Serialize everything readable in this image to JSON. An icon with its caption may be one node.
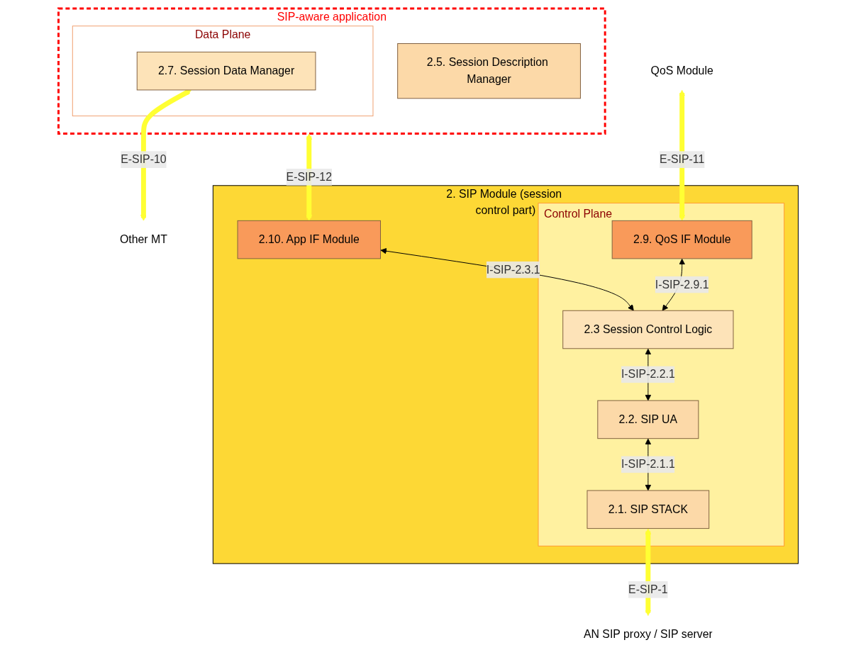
{
  "diagram": {
    "nodes": [
      {
        "text": [
          "SIP-aware application"
        ]
      },
      {
        "text": [
          "2.5. Session Description Manager"
        ],
        "in": 0
      },
      {
        "text": [
          "Data Plane"
        ],
        "in": 0
      },
      {
        "text": [
          "2.7. Session Data Manager"
        ],
        "in": 2
      },
      {
        "text": [
          "Other MT"
        ]
      },
      {
        "text": [
          "2. SIP Module (session control part)"
        ]
      },
      {
        "text": [
          "2.10. App IF Module"
        ],
        "in": 5
      },
      {
        "text": [
          "Control Plane"
        ],
        "in": 5
      },
      {
        "text": [
          "2.3 Session Control Logic"
        ],
        "in": 7
      },
      {
        "text": [
          "2.9. QoS IF Module"
        ],
        "in": 7
      },
      {
        "text": [
          "2.2. SIP UA"
        ],
        "in": 7
      },
      {
        "text": [
          "2.1. SIP STACK"
        ],
        "in": 7
      },
      {
        "text": [
          "QoS Module"
        ]
      },
      {
        "text": [
          "AN SIP proxy / SIP server"
        ]
      }
    ],
    "edges": [
      {
        "from": 0,
        "to": 6,
        "arrow": "both",
        "label": "E-SIP-12",
        "style": "thick",
        "color": "#ffff33"
      },
      {
        "from": 3,
        "to": 4,
        "arrow": "both",
        "label": "E-SIP-10",
        "style": "thick",
        "color": "#ffff33"
      },
      {
        "from": 6,
        "to": 8,
        "arrow": "both",
        "label": "I-SIP-2.3.1",
        "color": "#000000"
      },
      {
        "from": 9,
        "to": 8,
        "arrow": "both",
        "label": "I-SIP-2.9.1",
        "color": "#000000"
      },
      {
        "from": 8,
        "to": 10,
        "arrow": "both",
        "label": "I-SIP-2.2.1",
        "color": "#000000"
      },
      {
        "from": 10,
        "to": 11,
        "arrow": "both",
        "label": "I-SIP-2.1.1",
        "color": "#000000"
      },
      {
        "from": 12,
        "to": 9,
        "arrow": "both",
        "label": "E-SIP-11",
        "style": "thick",
        "color": "#ffff33"
      },
      {
        "from": 11,
        "to": 13,
        "arrow": "both",
        "label": "E-SIP-1",
        "style": "thick",
        "color": "#ffff33"
      }
    ]
  }
}
